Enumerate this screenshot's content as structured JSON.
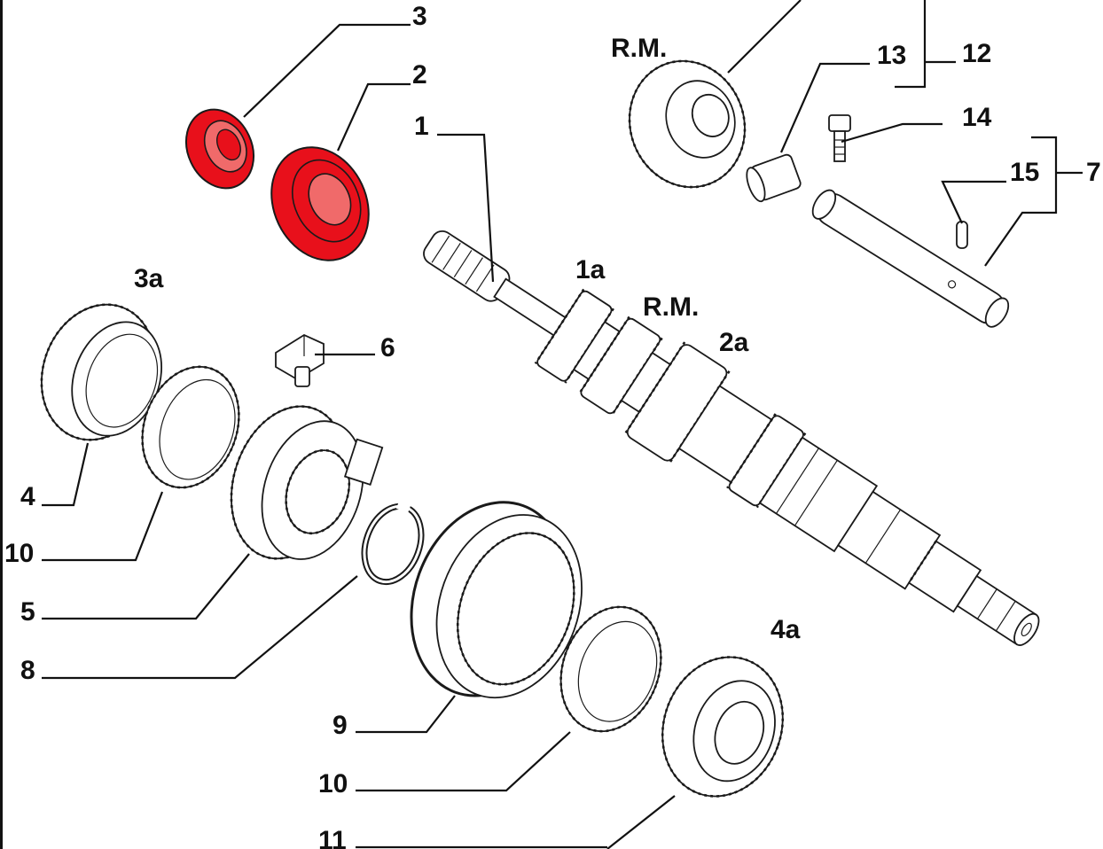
{
  "colors": {
    "ink": "#111111",
    "highlight": "#e8101b",
    "highlight_light": "#f06a6a",
    "background": "#ffffff"
  },
  "labels": {
    "l1": "1",
    "l1a": "1a",
    "l2": "2",
    "l2a": "2a",
    "l3": "3",
    "l3a": "3a",
    "l4": "4",
    "l4a": "4a",
    "l5": "5",
    "l6": "6",
    "l7": "7",
    "l8": "8",
    "l9": "9",
    "l10_upper": "10",
    "l10_lower": "10",
    "l11": "11",
    "l12": "12",
    "l13": "13",
    "l14": "14",
    "l15": "15",
    "rm_top": "R.M.",
    "rm_mid": "R.M."
  },
  "parts": {
    "highlighted": [
      "bearing-2",
      "bearing-3"
    ]
  }
}
